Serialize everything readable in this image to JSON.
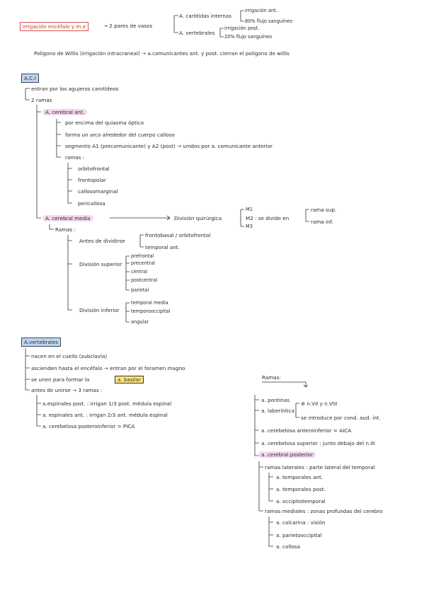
{
  "top": {
    "irrigacion_label": "irrigación encéfalo y m.e",
    "arrow_text": "→ 2 pares de vasos",
    "carotida_interna": "A. carótidas internas",
    "carotida_detail_1": "irrigación ant.",
    "carotida_detail_2": "80% flujo sanguíneo",
    "vertebrales": "A. vertebrales",
    "vertebrales_detail_1": "irrigación post.",
    "vertebrales_detail_2": "20% flujo sanguíneo",
    "poligono": "Polígono de Willis (irrigación intracraneal) → a.comunicantes ant. y post. cierran el polígono de willis"
  },
  "aci": {
    "title": "A.C.I",
    "item_1": "entran por los agujeros carotídeos",
    "item_2": "2 ramas",
    "cerebral_ant": "A. cerebral ant.",
    "ant_items": [
      "por encima del quiasma óptico",
      "forma un arco alrededor del cuerpo calloso",
      "segmento A1 (precomunicante) y A2 (post) → unidos por a. comunicante anterior",
      "ramas :"
    ],
    "ant_ramas": [
      "orbitofrontal",
      "frontopolar",
      "callosomarginal",
      "pericallosa"
    ],
    "cerebral_media": "A. cerebral media",
    "division": "División quirúrgica",
    "m_list": [
      "M1",
      "M2 : se divide en",
      "M3"
    ],
    "rama_sup": "rama sup.",
    "rama_inf": "rama inf.",
    "media_ramas": "Ramas :",
    "antes_label": "Antes de dividirse",
    "antes_items": [
      "frontobasal / orbitofrontal",
      "temporal ant."
    ],
    "superior_label": "División superior",
    "superior_items": [
      "prefrontal",
      "precentral",
      "central",
      "postcentral",
      "parietal"
    ],
    "inferior_label": "División inferior",
    "inferior_items": [
      "temporal media",
      "temporooccipital",
      "angular"
    ]
  },
  "vert": {
    "title": "A.vertebrales",
    "items": [
      "nacen en el cuello (subclavia)",
      "ascienden hasta el encéfalo → entran por el foramen magno",
      "se unen para formar la"
    ],
    "basilar": "a. basilar",
    "antes_unirse": "antes de unirse → 3 ramas :",
    "sub_items": [
      "a.espinales post. : irrigan 1/3 post. médula espinal",
      "a. espinales ant. : irrigan 2/3 ant. médula espinal",
      "a. cerebelosa posteroinferior = PICA"
    ],
    "ramas_title": "Ramas:",
    "ramas_items": [
      "a. pontinas",
      "a. laberíntica"
    ],
    "laberintica_1": "⊕ n.VII y n.VIII",
    "laberintica_2": "se introduce por cond. aud. int.",
    "aica": "a. cerebelosa anteroinferior = AICA",
    "superior": "a. cerebelosa superior : junto debajo del n.III",
    "posterior": "a. cerebral posterior",
    "laterales": "ramas laterales : parte lateral del temporal",
    "laterales_items": [
      "a. temporales ant.",
      "a. temporales post.",
      "a. occipitotemporal"
    ],
    "mediales": "ramas mediales : zonas profundas del cerebro",
    "mediales_items": [
      "a. calcarina : visión",
      "a. parietooccipital",
      "a. callosa"
    ]
  }
}
